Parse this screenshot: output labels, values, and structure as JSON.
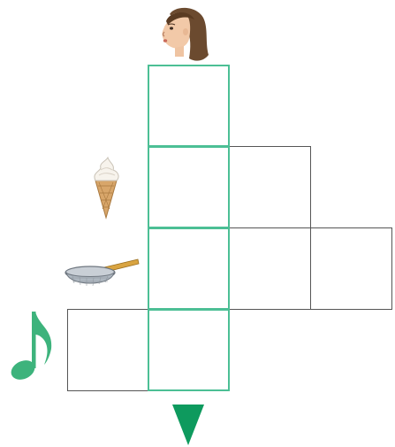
{
  "puzzle": {
    "type": "crossword",
    "grid": {
      "rows": [
        {
          "clue": "girl-face-icon",
          "cells": [
            {
              "col": 1,
              "highlight": true
            }
          ]
        },
        {
          "clue": "ice-cream-cone-icon",
          "cells": [
            {
              "col": 1,
              "highlight": true
            },
            {
              "col": 2,
              "highlight": false
            }
          ]
        },
        {
          "clue": "sieve-strainer-icon",
          "cells": [
            {
              "col": 1,
              "highlight": true
            },
            {
              "col": 2,
              "highlight": false
            },
            {
              "col": 3,
              "highlight": false
            }
          ]
        },
        {
          "clue": "music-note-icon",
          "cells": [
            {
              "col": 0,
              "highlight": false
            },
            {
              "col": 1,
              "highlight": true
            }
          ]
        }
      ],
      "highlight_column": 1
    },
    "answer_arrow": "down-triangle-icon"
  },
  "colors": {
    "highlight": "#4cbf95",
    "grid_line": "#555555",
    "arrow": "#0e9a5e",
    "note": "#3db37c",
    "background": "#ffffff"
  }
}
